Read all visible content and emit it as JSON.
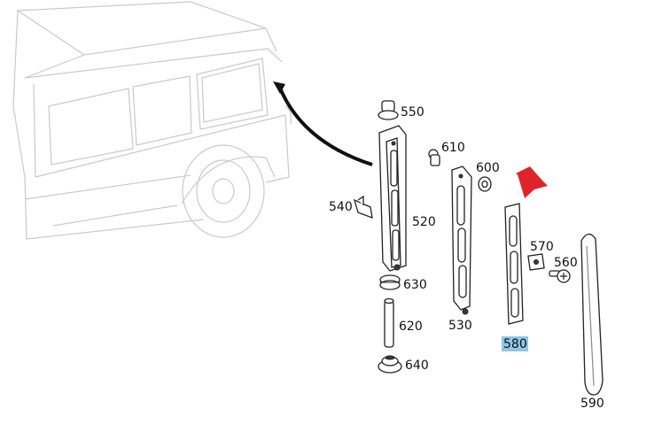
{
  "parts": {
    "p550": "550",
    "p610": "610",
    "p600": "600",
    "p540": "540",
    "p520": "520",
    "p570": "570",
    "p560": "560",
    "p630": "630",
    "p620": "620",
    "p530": "530",
    "p580": "580",
    "p640": "640",
    "p590": "590"
  },
  "highlight": {
    "part": "580",
    "color": "#8fc6e6"
  },
  "colors": {
    "pointer_arrow": "#e0232a",
    "callout_arrow": "#111111"
  }
}
